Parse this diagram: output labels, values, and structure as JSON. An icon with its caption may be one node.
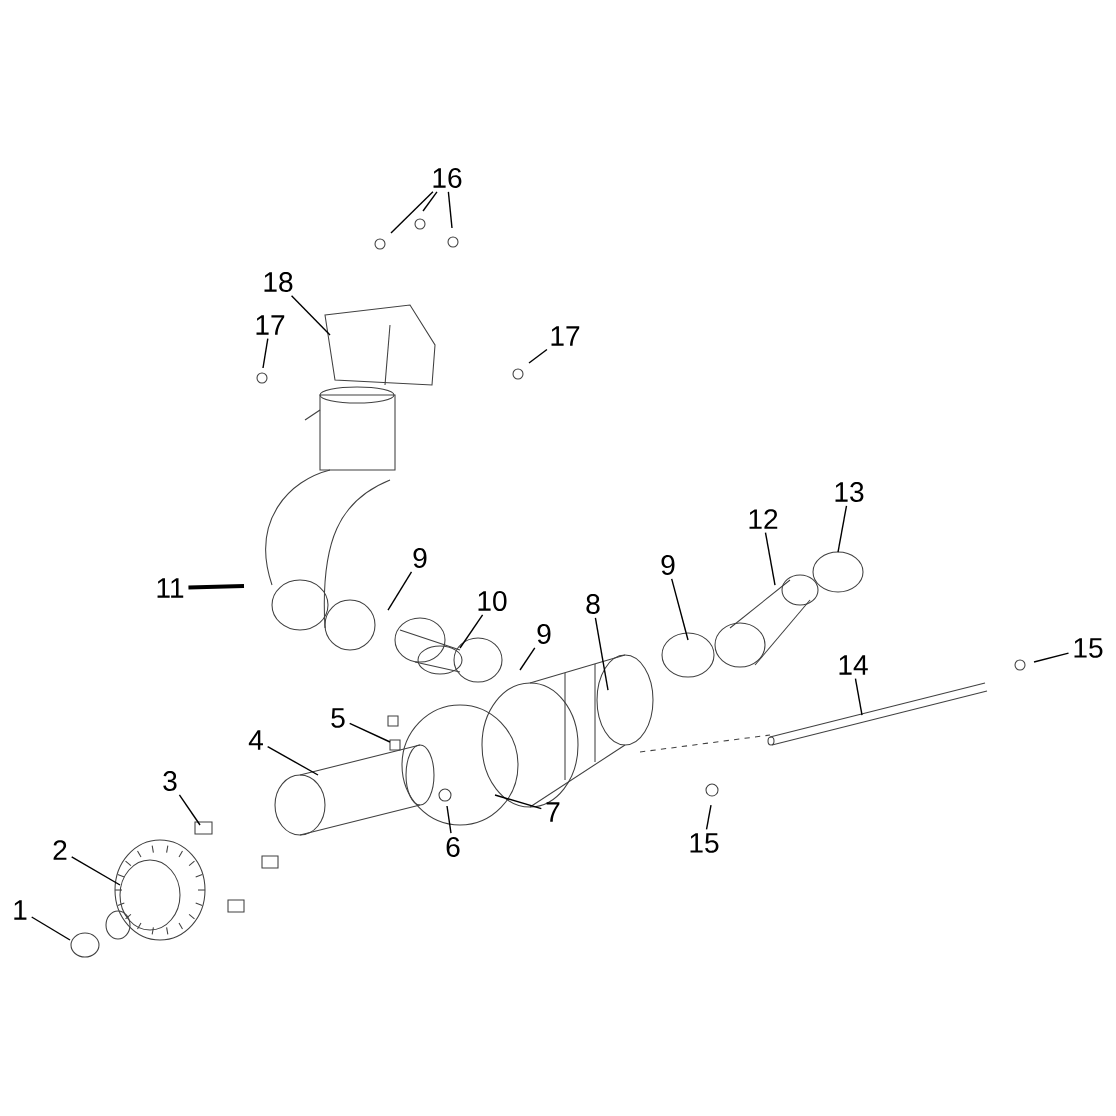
{
  "diagram": {
    "nodes": [
      {
        "text": [
          "16"
        ]
      },
      {
        "text": [
          "18"
        ]
      },
      {
        "text": [
          "17"
        ]
      },
      {
        "text": [
          "17"
        ]
      },
      {
        "text": [
          "13"
        ]
      },
      {
        "text": [
          "12"
        ]
      },
      {
        "text": [
          "9"
        ]
      },
      {
        "text": [
          "9"
        ]
      },
      {
        "text": [
          "11"
        ]
      },
      {
        "text": [
          "10"
        ]
      },
      {
        "text": [
          "8"
        ]
      },
      {
        "text": [
          "9"
        ]
      },
      {
        "text": [
          "15"
        ]
      },
      {
        "text": [
          "14"
        ]
      },
      {
        "text": [
          "5"
        ]
      },
      {
        "text": [
          "4"
        ]
      },
      {
        "text": [
          "3"
        ]
      },
      {
        "text": [
          "7"
        ]
      },
      {
        "text": [
          "6"
        ]
      },
      {
        "text": [
          "15"
        ]
      },
      {
        "text": [
          "2"
        ]
      },
      {
        "text": [
          "1"
        ]
      }
    ],
    "edges": [
      {
        "from": 0,
        "to": null,
        "arrow": "none"
      },
      {
        "from": 0,
        "to": null,
        "arrow": "none"
      },
      {
        "from": 0,
        "to": null,
        "arrow": "none"
      },
      {
        "from": 1,
        "to": null,
        "arrow": "none"
      },
      {
        "from": 2,
        "to": null,
        "arrow": "none"
      },
      {
        "from": 3,
        "to": null,
        "arrow": "none"
      },
      {
        "from": 4,
        "to": null,
        "arrow": "none"
      },
      {
        "from": 5,
        "to": null,
        "arrow": "none"
      },
      {
        "from": 6,
        "to": null,
        "arrow": "none"
      },
      {
        "from": 7,
        "to": null,
        "arrow": "none"
      },
      {
        "from": 8,
        "to": null,
        "arrow": "none",
        "style": "thick"
      },
      {
        "from": 9,
        "to": null,
        "arrow": "none"
      },
      {
        "from": 10,
        "to": null,
        "arrow": "none"
      },
      {
        "from": 11,
        "to": null,
        "arrow": "none"
      },
      {
        "from": 12,
        "to": null,
        "arrow": "none"
      },
      {
        "from": 13,
        "to": null,
        "arrow": "none"
      },
      {
        "from": 14,
        "to": null,
        "arrow": "none"
      },
      {
        "from": 15,
        "to": null,
        "arrow": "none"
      },
      {
        "from": 16,
        "to": null,
        "arrow": "none"
      },
      {
        "from": 17,
        "to": null,
        "arrow": "none"
      },
      {
        "from": 18,
        "to": null,
        "arrow": "none"
      },
      {
        "from": 19,
        "to": null,
        "arrow": "none"
      },
      {
        "from": 20,
        "to": null,
        "arrow": "none"
      },
      {
        "from": 21,
        "to": null,
        "arrow": "none"
      }
    ]
  }
}
